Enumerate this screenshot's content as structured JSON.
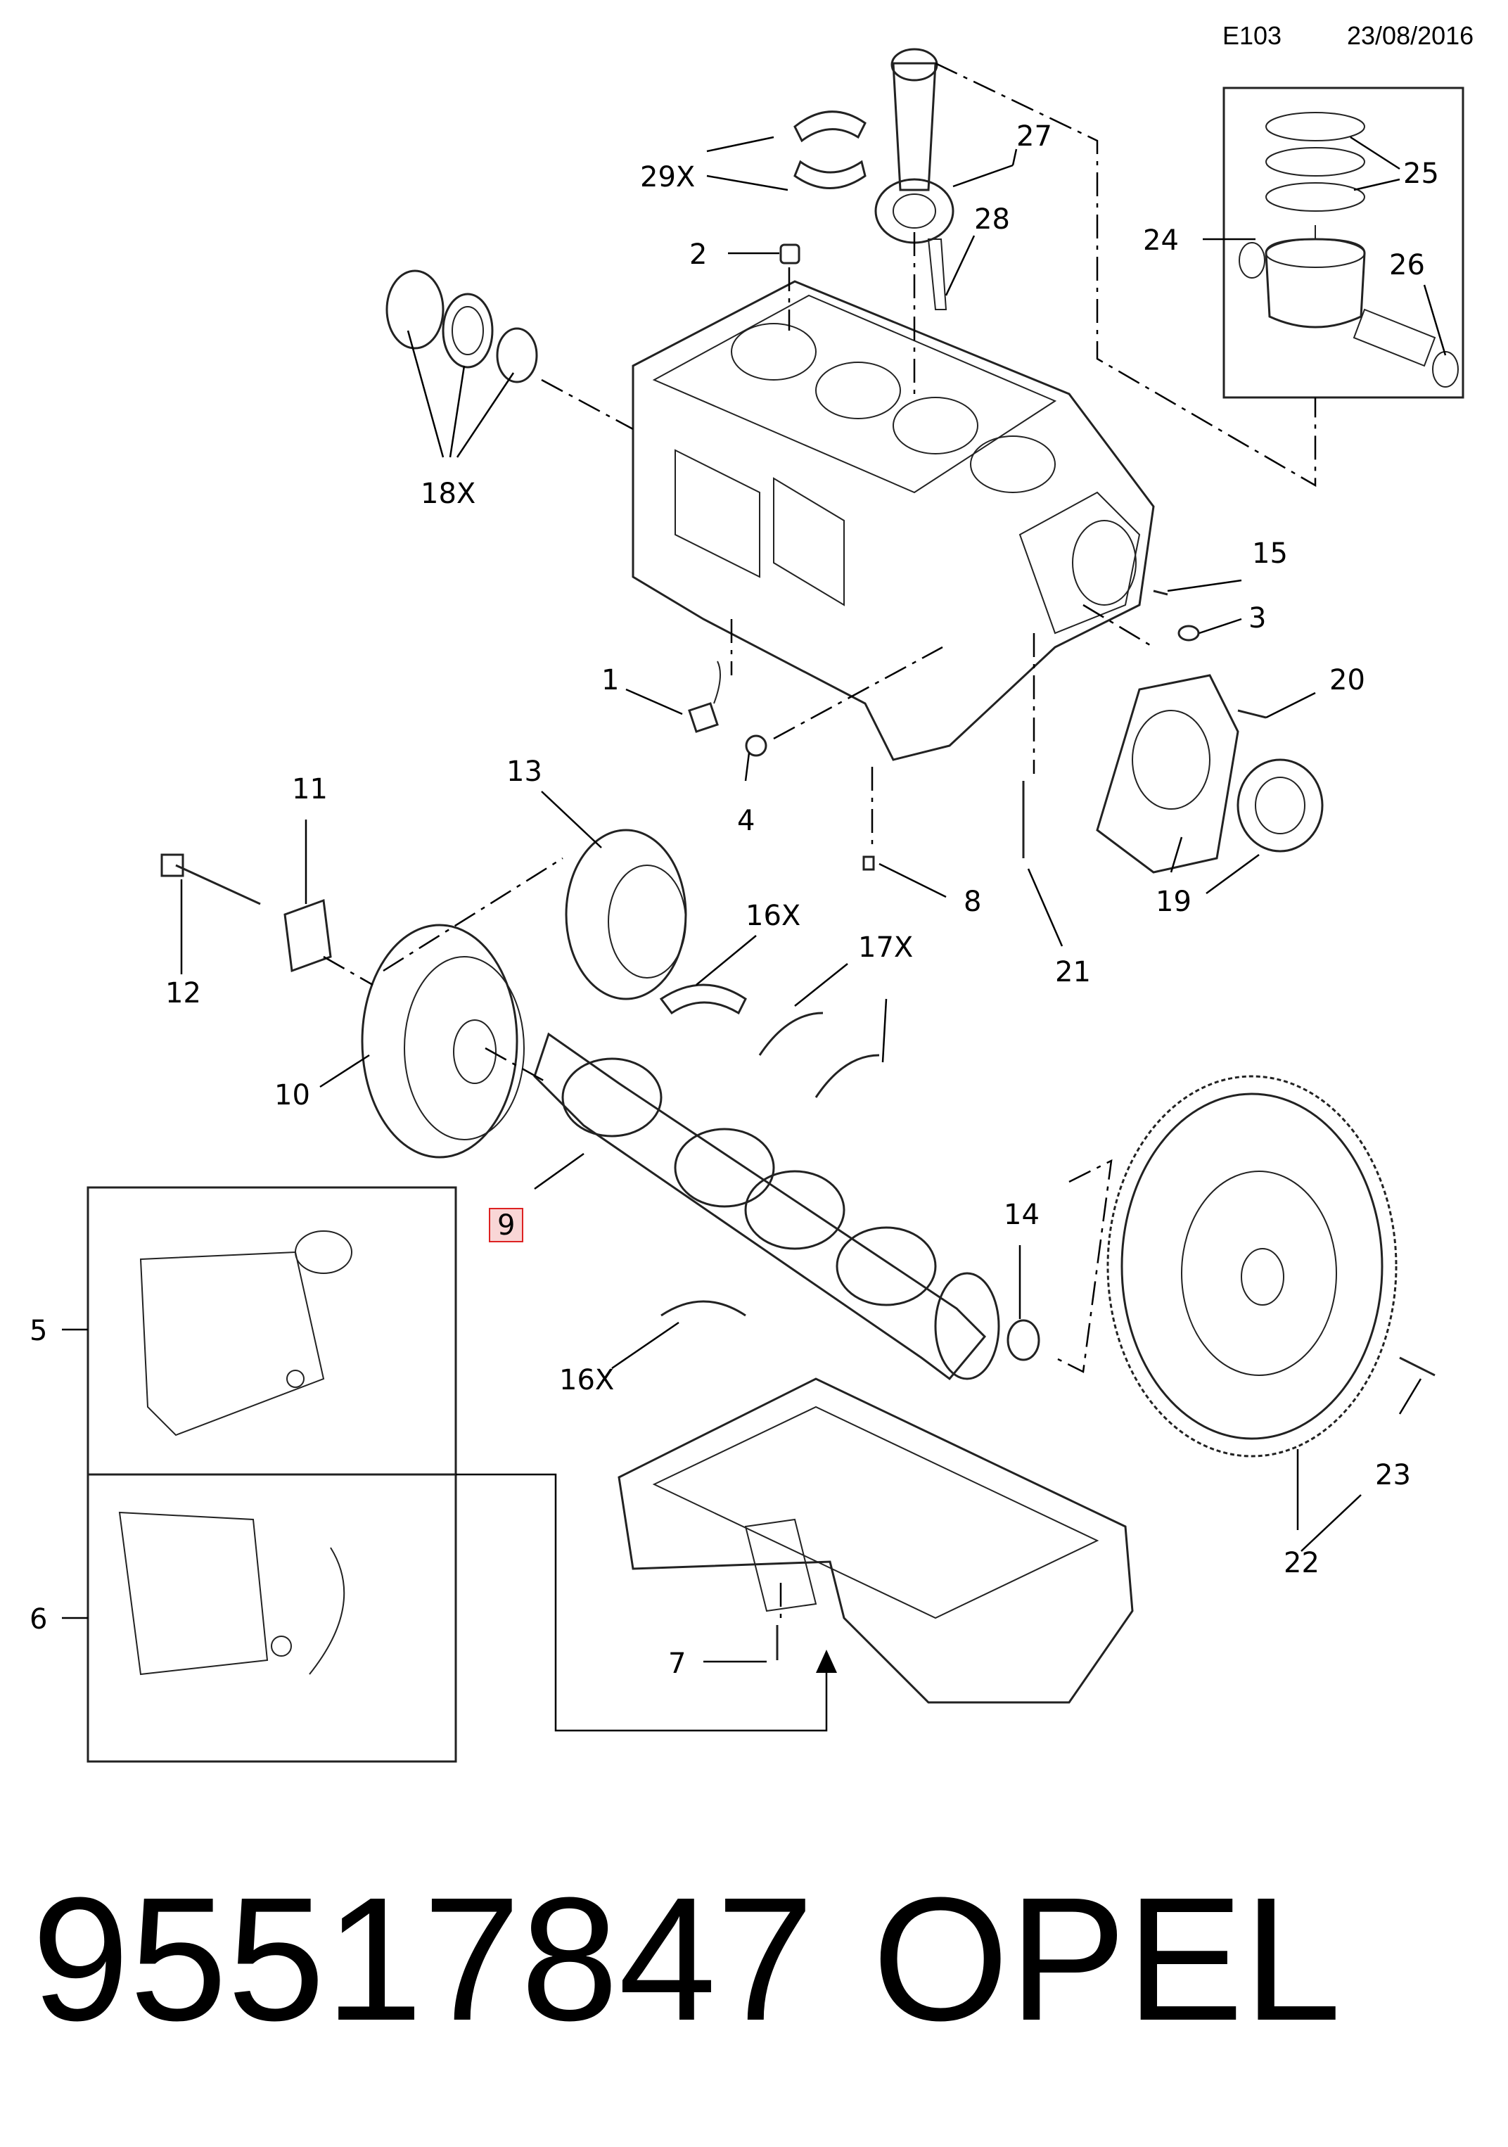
{
  "header": {
    "code": "E103",
    "date": "23/08/2016"
  },
  "footer": {
    "part_number": "95517847",
    "brand": "OPEL"
  },
  "highlighted_callout": "9",
  "callouts": {
    "c1": "1",
    "c2": "2",
    "c3": "3",
    "c4": "4",
    "c5": "5",
    "c6": "6",
    "c7": "7",
    "c8": "8",
    "c9": "9",
    "c10": "10",
    "c11": "11",
    "c12": "12",
    "c13": "13",
    "c14": "14",
    "c15": "15",
    "c16a": "16X",
    "c16b": "16X",
    "c17": "17X",
    "c18": "18X",
    "c19": "19",
    "c20": "20",
    "c21": "21",
    "c22": "22",
    "c23": "23",
    "c24": "24",
    "c25": "25",
    "c26": "26",
    "c27": "27",
    "c28": "28",
    "c29": "29X"
  },
  "colors": {
    "highlight_fill": "#f9d6d6",
    "highlight_stroke": "#dd2222",
    "ink": "#000000"
  }
}
